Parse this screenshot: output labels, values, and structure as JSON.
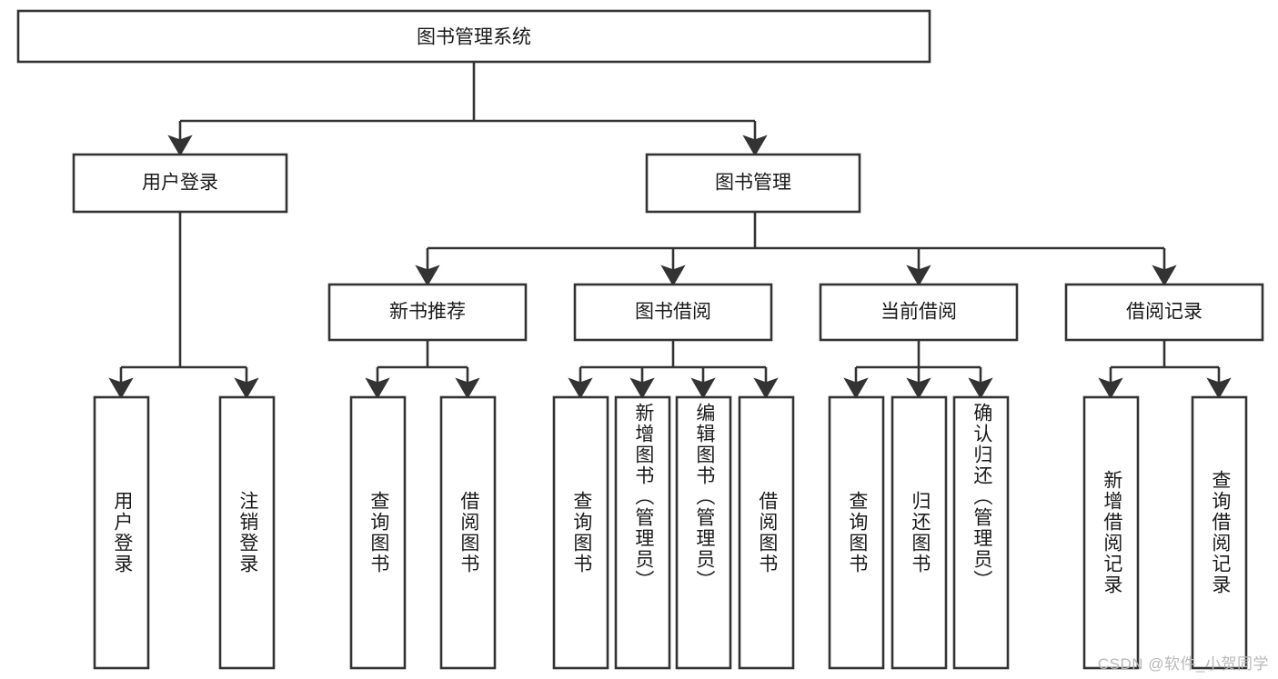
{
  "diagram": {
    "title_node": {
      "label": "图书管理系统"
    },
    "level2": [
      {
        "id": "user-login",
        "label": "用户登录"
      },
      {
        "id": "book-management",
        "label": "图书管理"
      }
    ],
    "level3": [
      {
        "id": "new-book-recommend",
        "label": "新书推荐"
      },
      {
        "id": "book-borrow",
        "label": "图书借阅"
      },
      {
        "id": "current-borrow",
        "label": "当前借阅"
      },
      {
        "id": "borrow-record",
        "label": "借阅记录"
      }
    ],
    "leaves": {
      "user_login": [
        {
          "id": "leaf-user-login",
          "label": "用户登录"
        },
        {
          "id": "leaf-logout-login",
          "label": "注销登录"
        }
      ],
      "new_book_recommend": [
        {
          "id": "leaf-query-book-1",
          "label": "查询图书"
        },
        {
          "id": "leaf-borrow-book-1",
          "label": "借阅图书"
        }
      ],
      "book_borrow": [
        {
          "id": "leaf-query-book-2",
          "label": "查询图书"
        },
        {
          "id": "leaf-add-book",
          "label": "新增图书（管理员）"
        },
        {
          "id": "leaf-edit-book",
          "label": "编辑图书（管理员）"
        },
        {
          "id": "leaf-borrow-book-2",
          "label": "借阅图书"
        }
      ],
      "current_borrow": [
        {
          "id": "leaf-query-book-3",
          "label": "查询图书"
        },
        {
          "id": "leaf-return-book",
          "label": "归还图书"
        },
        {
          "id": "leaf-confirm-return",
          "label": "确认归还（管理员）"
        }
      ],
      "borrow_record": [
        {
          "id": "leaf-add-borrow-record",
          "label": "新增借阅记录"
        },
        {
          "id": "leaf-query-borrow-record",
          "label": "查询借阅记录"
        }
      ]
    },
    "colors": {
      "stroke": "#333333",
      "fill": "#ffffff",
      "text": "#1a1a1a",
      "watermark": "#b8b8b8"
    }
  },
  "watermark": {
    "text": "CSDN @软件_小贺同学"
  }
}
